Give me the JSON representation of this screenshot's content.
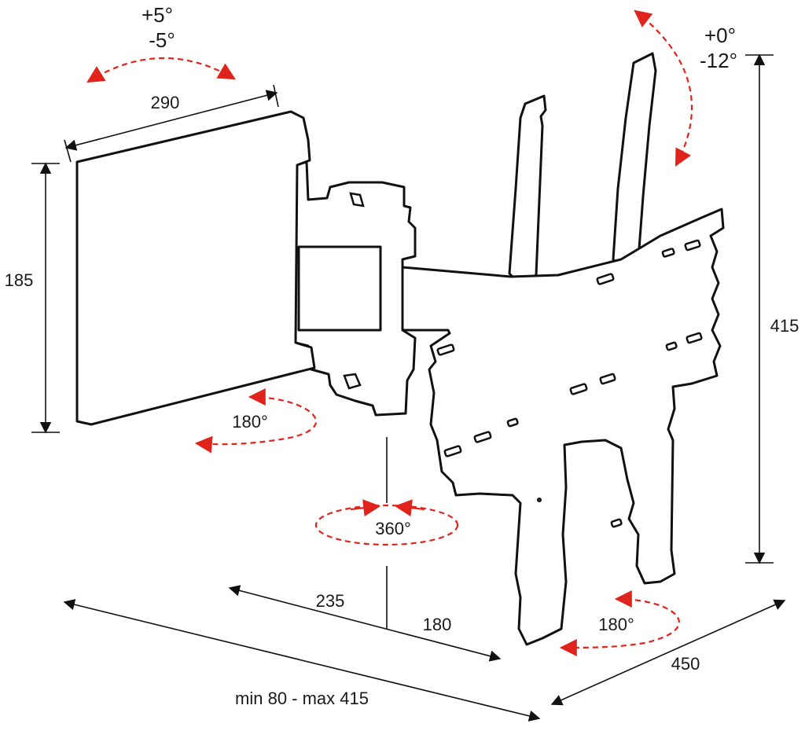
{
  "diagram": {
    "colors": {
      "line": "#111111",
      "rotation": "#e0231b",
      "background": "#ffffff"
    },
    "tilt_panel": {
      "plus": "+5°",
      "minus": "-5°"
    },
    "tilt_mount": {
      "plus": "+0°",
      "minus": "-12°"
    },
    "dimensions": {
      "panel_width": "290",
      "panel_height": "185",
      "mount_height": "415",
      "arm_1": "235",
      "arm_2": "180",
      "depth": "450",
      "reach": "min 80 - max 415"
    },
    "rotations": {
      "panel_swivel": "180°",
      "arm_swivel": "360°",
      "mount_swivel": "180°"
    }
  }
}
